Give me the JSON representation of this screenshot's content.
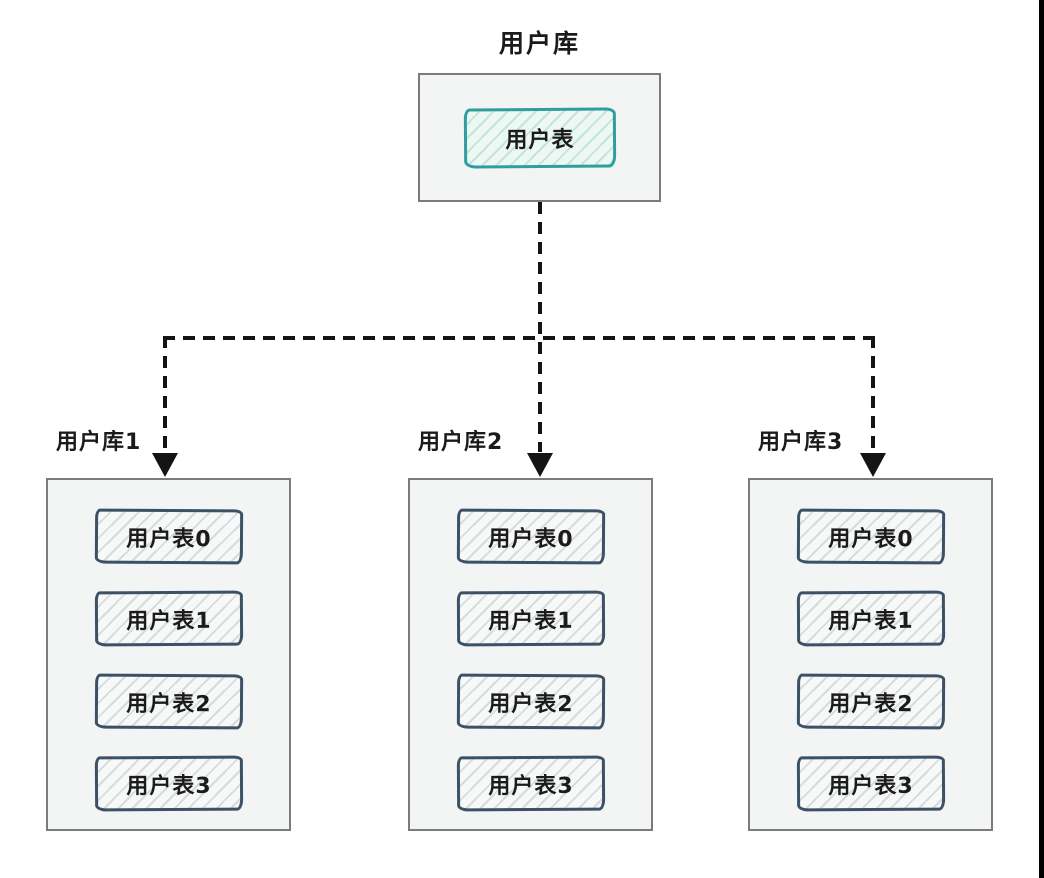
{
  "diagram": {
    "root": {
      "title": "用户库",
      "table_label": "用户表"
    },
    "shards": [
      {
        "title": "用户库1",
        "tables": [
          "用户表0",
          "用户表1",
          "用户表2",
          "用户表3"
        ]
      },
      {
        "title": "用户库2",
        "tables": [
          "用户表0",
          "用户表1",
          "用户表2",
          "用户表3"
        ]
      },
      {
        "title": "用户库3",
        "tables": [
          "用户表0",
          "用户表1",
          "用户表2",
          "用户表3"
        ]
      }
    ],
    "colors": {
      "container_border": "#7b7b7b",
      "container_fill": "#f3f4f4",
      "root_table_border": "#2e9e9e",
      "root_table_fill": "#edf7f4",
      "root_table_hatch": "#c2e4dd",
      "shard_table_border": "#3c5166",
      "shard_table_fill": "#f7f8f8",
      "shard_table_hatch": "#d7dbde",
      "connector_color": "#141414",
      "text_color": "#1b1b1b"
    }
  }
}
